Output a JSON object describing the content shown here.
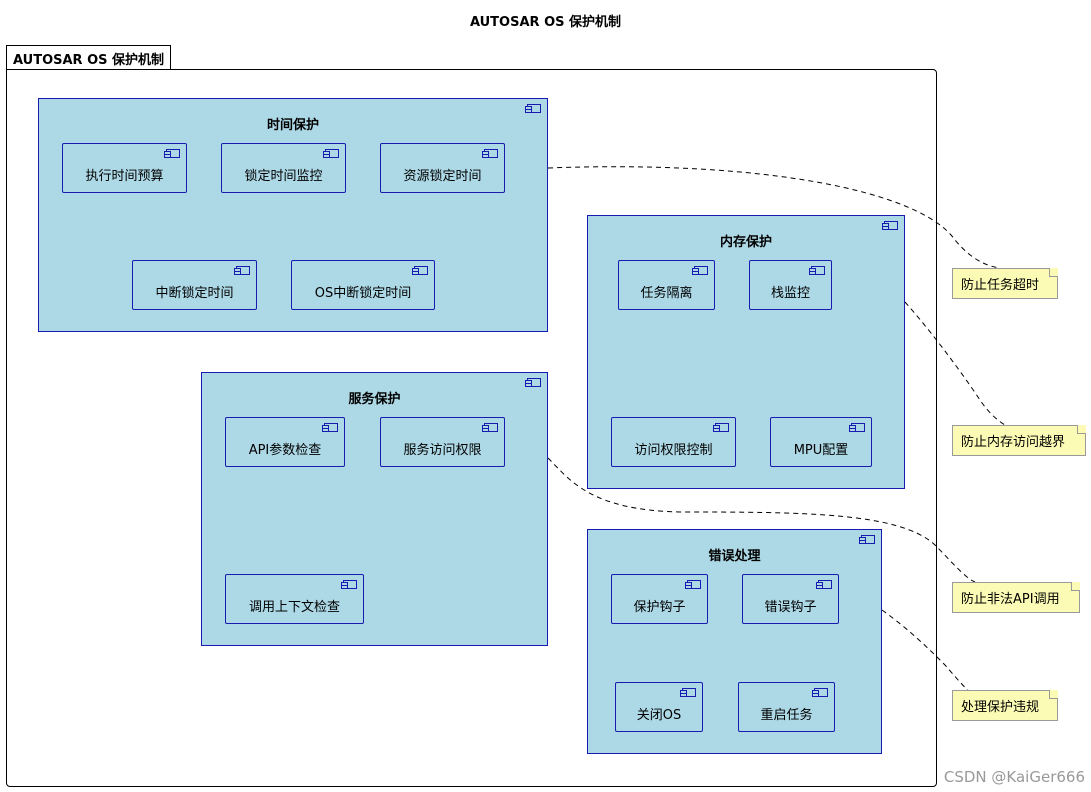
{
  "title": "AUTOSAR OS 保护机制",
  "package_label": "AUTOSAR OS 保护机制",
  "groups": {
    "time": {
      "title": "时间保护",
      "items": [
        "执行时间预算",
        "锁定时间监控",
        "资源锁定时间",
        "中断锁定时间",
        "OS中断锁定时间"
      ]
    },
    "memory": {
      "title": "内存保护",
      "items": [
        "任务隔离",
        "栈监控",
        "访问权限控制",
        "MPU配置"
      ]
    },
    "service": {
      "title": "服务保护",
      "items": [
        "API参数检查",
        "服务访问权限",
        "调用上下文检查"
      ]
    },
    "error": {
      "title": "错误处理",
      "items": [
        "保护钩子",
        "错误钩子",
        "关闭OS",
        "重启任务"
      ]
    }
  },
  "notes": {
    "time": "防止任务超时",
    "memory": "防止内存访问越界",
    "service": "防止非法API调用",
    "error": "处理保护违规"
  },
  "colors": {
    "component_fill": "#add8e6",
    "component_border": "#181baf",
    "note_fill": "#fbfbb5"
  },
  "watermark": "CSDN @KaiGer666"
}
